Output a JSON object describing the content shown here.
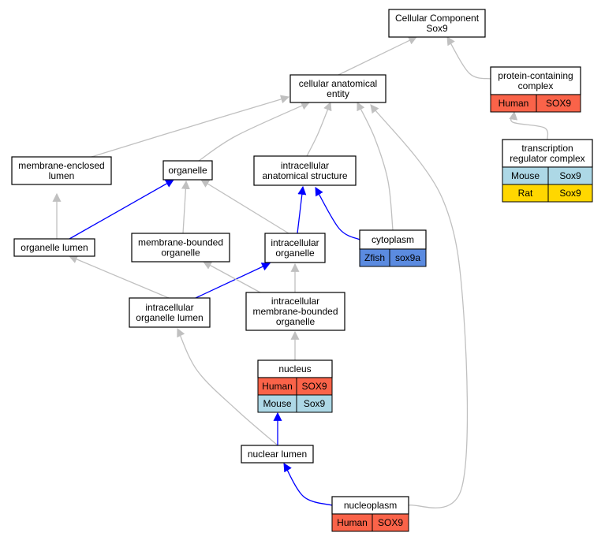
{
  "colors": {
    "human": "#fa6349",
    "mouse": "#add8e6",
    "rat": "#ffd700",
    "zfish": "#5b8be0",
    "edge_gray": "#c0c0c0",
    "edge_blue": "#0000ff"
  },
  "nodes": {
    "root": {
      "lines": [
        "Cellular Component",
        "Sox9"
      ]
    },
    "cae": {
      "lines": [
        "cellular anatomical",
        "entity"
      ]
    },
    "pcc": {
      "lines": [
        "protein-containing",
        "complex"
      ],
      "rows": [
        [
          "Human",
          "SOX9"
        ]
      ],
      "row_colors": [
        "human"
      ]
    },
    "trc": {
      "lines": [
        "transcription",
        "regulator complex"
      ],
      "rows": [
        [
          "Mouse",
          "Sox9"
        ],
        [
          "Rat",
          "Sox9"
        ]
      ],
      "row_colors": [
        "mouse",
        "rat"
      ]
    },
    "mel": {
      "lines": [
        "membrane-enclosed",
        "lumen"
      ]
    },
    "org": {
      "lines": [
        "organelle"
      ]
    },
    "ias": {
      "lines": [
        "intracellular",
        "anatomical structure"
      ]
    },
    "cyto": {
      "lines": [
        "cytoplasm"
      ],
      "rows": [
        [
          "Zfish",
          "sox9a"
        ]
      ],
      "row_colors": [
        "zfish"
      ]
    },
    "orgl": {
      "lines": [
        "organelle lumen"
      ]
    },
    "mbo": {
      "lines": [
        "membrane-bounded",
        "organelle"
      ]
    },
    "io": {
      "lines": [
        "intracellular",
        "organelle"
      ]
    },
    "iol": {
      "lines": [
        "intracellular",
        "organelle lumen"
      ]
    },
    "imbo": {
      "lines": [
        "intracellular",
        "membrane-bounded",
        "organelle"
      ]
    },
    "nuc": {
      "lines": [
        "nucleus"
      ],
      "rows": [
        [
          "Human",
          "SOX9"
        ],
        [
          "Mouse",
          "Sox9"
        ]
      ],
      "row_colors": [
        "human",
        "mouse"
      ]
    },
    "nl": {
      "lines": [
        "nuclear lumen"
      ]
    },
    "np": {
      "lines": [
        "nucleoplasm"
      ],
      "rows": [
        [
          "Human",
          "SOX9"
        ]
      ],
      "row_colors": [
        "human"
      ]
    }
  },
  "edges": [
    {
      "from": "cae",
      "to": "root",
      "color": "gray"
    },
    {
      "from": "pcc",
      "to": "root",
      "color": "gray"
    },
    {
      "from": "trc",
      "to": "pcc",
      "color": "gray"
    },
    {
      "from": "mel",
      "to": "cae",
      "color": "gray"
    },
    {
      "from": "org",
      "to": "cae",
      "color": "gray"
    },
    {
      "from": "ias",
      "to": "cae",
      "color": "gray"
    },
    {
      "from": "cyto",
      "to": "cae",
      "color": "gray"
    },
    {
      "from": "np",
      "to": "cae",
      "color": "gray"
    },
    {
      "from": "orgl",
      "to": "mel",
      "color": "gray"
    },
    {
      "from": "orgl",
      "to": "org",
      "color": "blue"
    },
    {
      "from": "mbo",
      "to": "org",
      "color": "gray"
    },
    {
      "from": "io",
      "to": "org",
      "color": "gray"
    },
    {
      "from": "io",
      "to": "ias",
      "color": "blue"
    },
    {
      "from": "cyto",
      "to": "ias",
      "color": "blue"
    },
    {
      "from": "iol",
      "to": "orgl",
      "color": "gray"
    },
    {
      "from": "iol",
      "to": "io",
      "color": "blue"
    },
    {
      "from": "imbo",
      "to": "mbo",
      "color": "gray"
    },
    {
      "from": "imbo",
      "to": "io",
      "color": "gray"
    },
    {
      "from": "nuc",
      "to": "imbo",
      "color": "gray"
    },
    {
      "from": "nl",
      "to": "iol",
      "color": "gray"
    },
    {
      "from": "nl",
      "to": "nuc",
      "color": "blue"
    },
    {
      "from": "np",
      "to": "nl",
      "color": "blue"
    }
  ]
}
